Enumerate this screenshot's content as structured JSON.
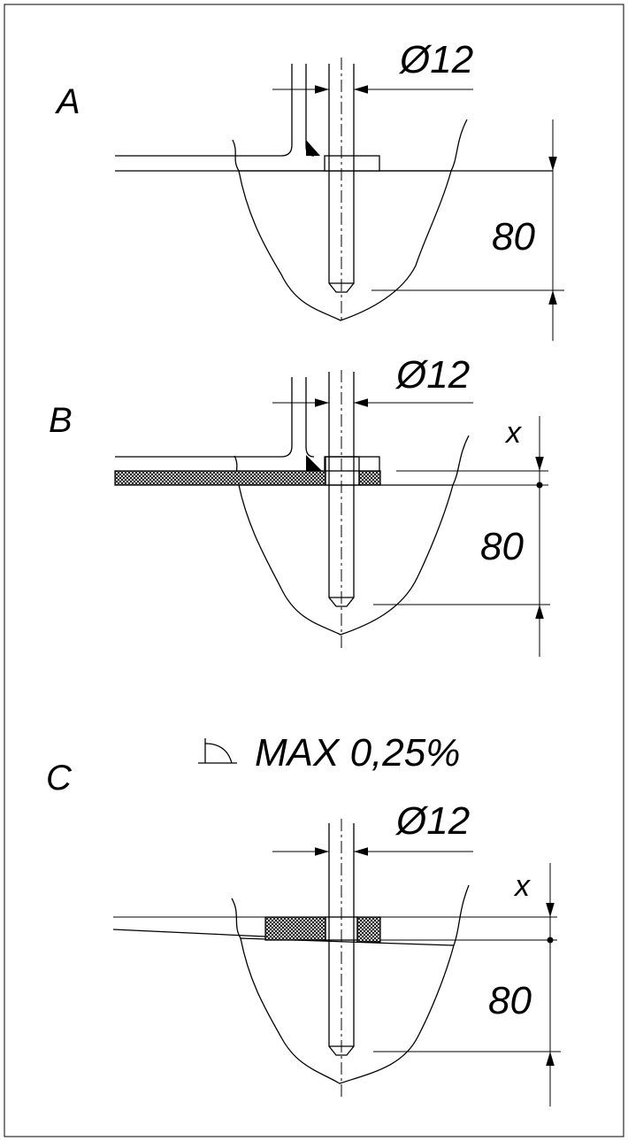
{
  "views": [
    {
      "letter": "A",
      "diameter": "Ø12",
      "depth": "80"
    },
    {
      "letter": "B",
      "diameter": "Ø12",
      "depth": "80",
      "offset": "x"
    },
    {
      "letter": "C",
      "diameter": "Ø12",
      "depth": "80",
      "offset": "x"
    }
  ],
  "slope_note": "MAX 0,25%",
  "slope_icon": "slope-symbol-icon",
  "colors": {
    "line": "#000000",
    "background": "#ffffff"
  }
}
